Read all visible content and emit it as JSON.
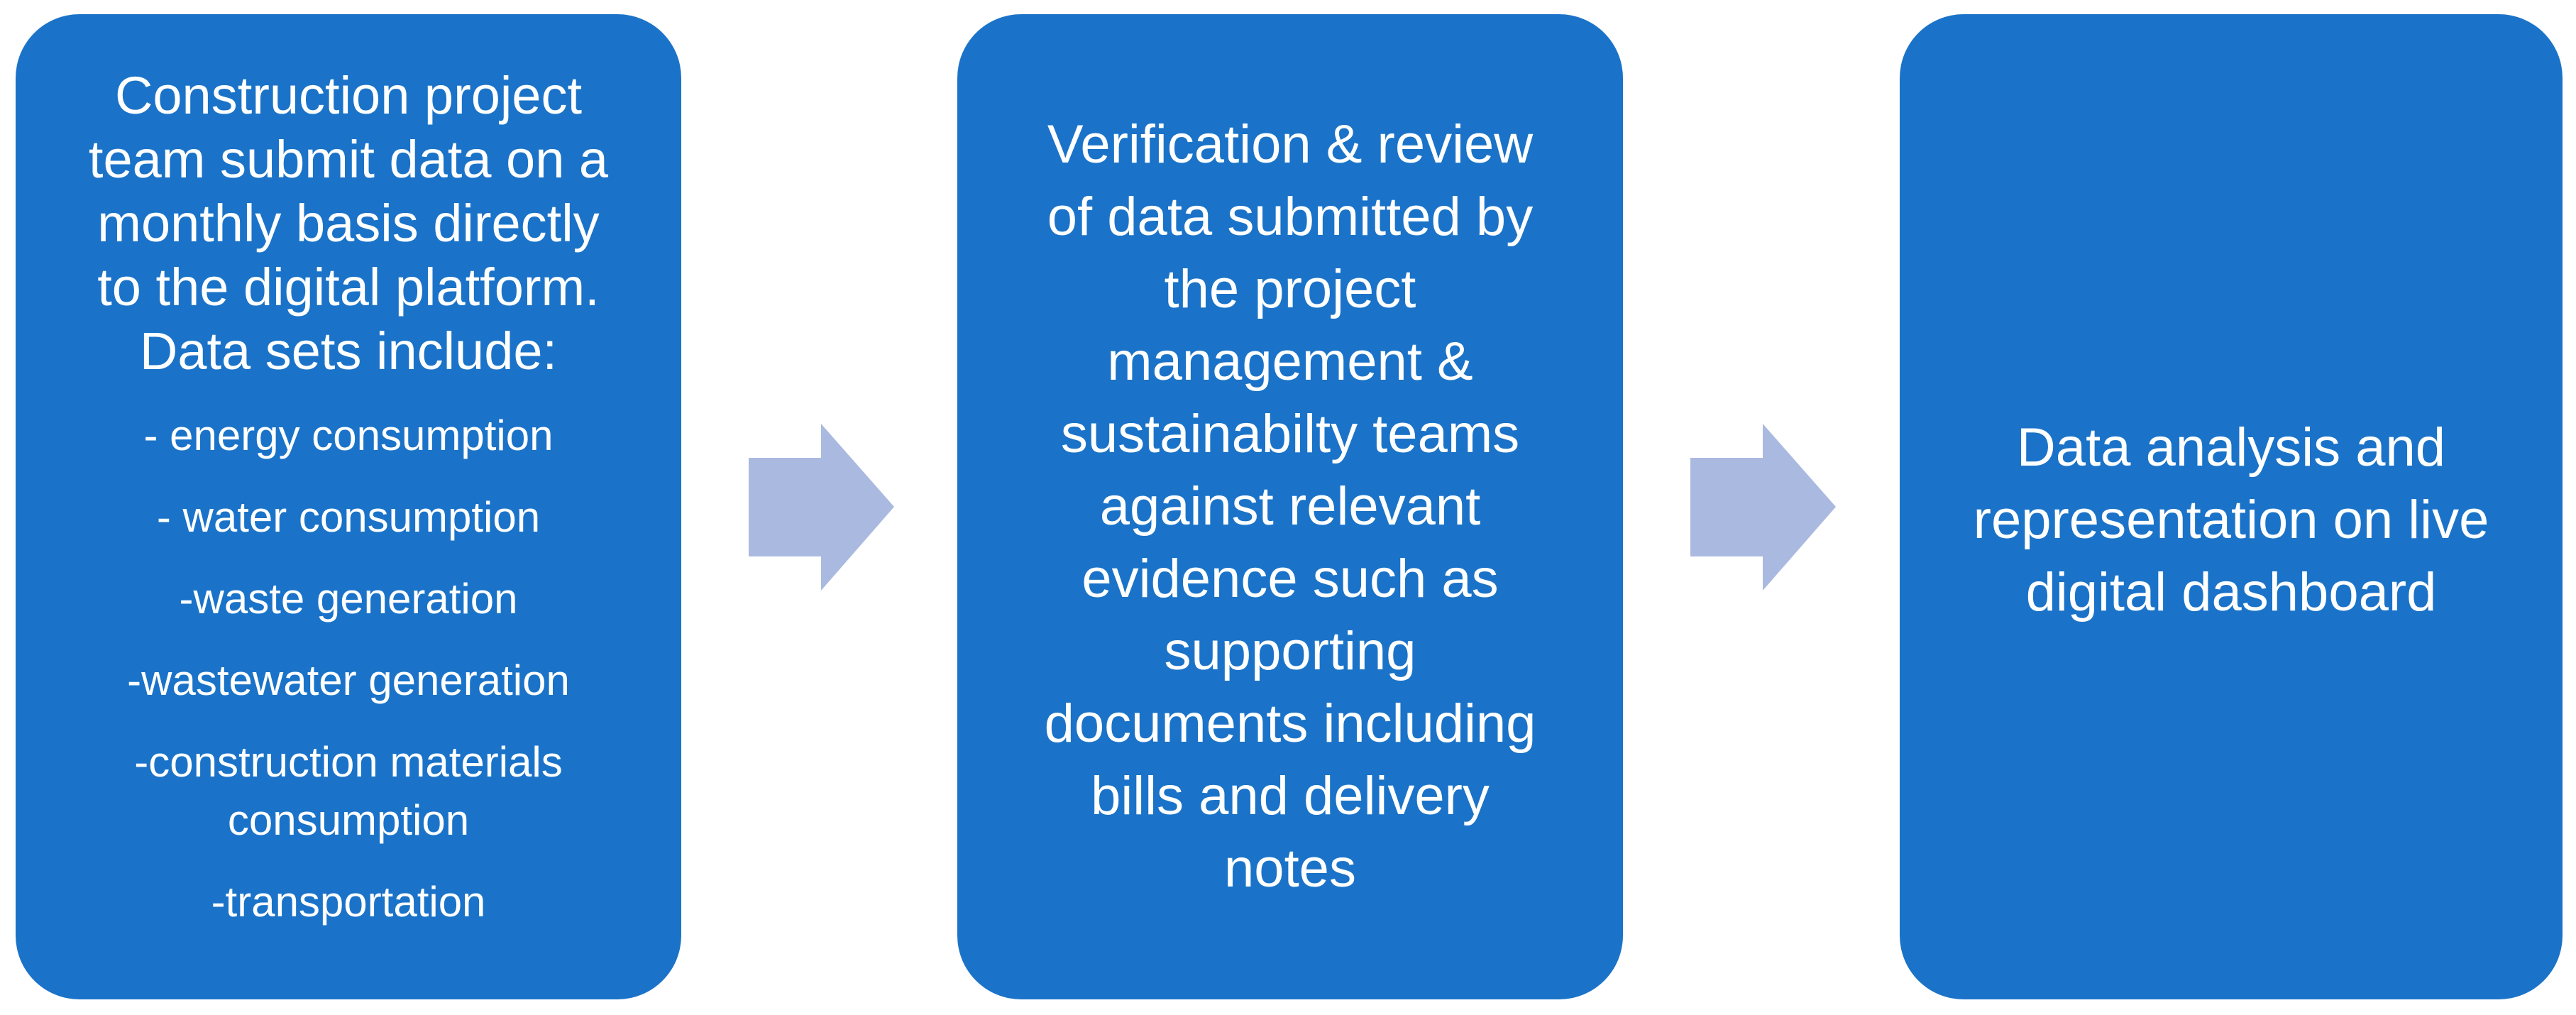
{
  "box1": {
    "heading_lines": [
      "Construction project",
      "team submit data on a",
      "monthly basis directly",
      "to the digital platform.",
      "Data sets include:"
    ],
    "items": [
      [
        "- energy consumption"
      ],
      [
        "- water consumption"
      ],
      [
        "-waste generation"
      ],
      [
        "-wastewater generation"
      ],
      [
        "-construction materials",
        "consumption"
      ],
      [
        "-transportation"
      ]
    ]
  },
  "box2": {
    "lines": [
      "Verification  & review",
      "of data submitted by",
      "the project",
      "management &",
      "sustainabilty teams",
      "against relevant",
      "evidence such as",
      "supporting",
      "documents including",
      "bills and delivery",
      "notes"
    ]
  },
  "box3": {
    "lines": [
      "Data analysis and",
      "representation on live",
      "digital dashboard"
    ]
  },
  "colors": {
    "box_fill": "#1a73c8",
    "arrow_fill": "#aab9e0",
    "text": "#ffffff"
  }
}
